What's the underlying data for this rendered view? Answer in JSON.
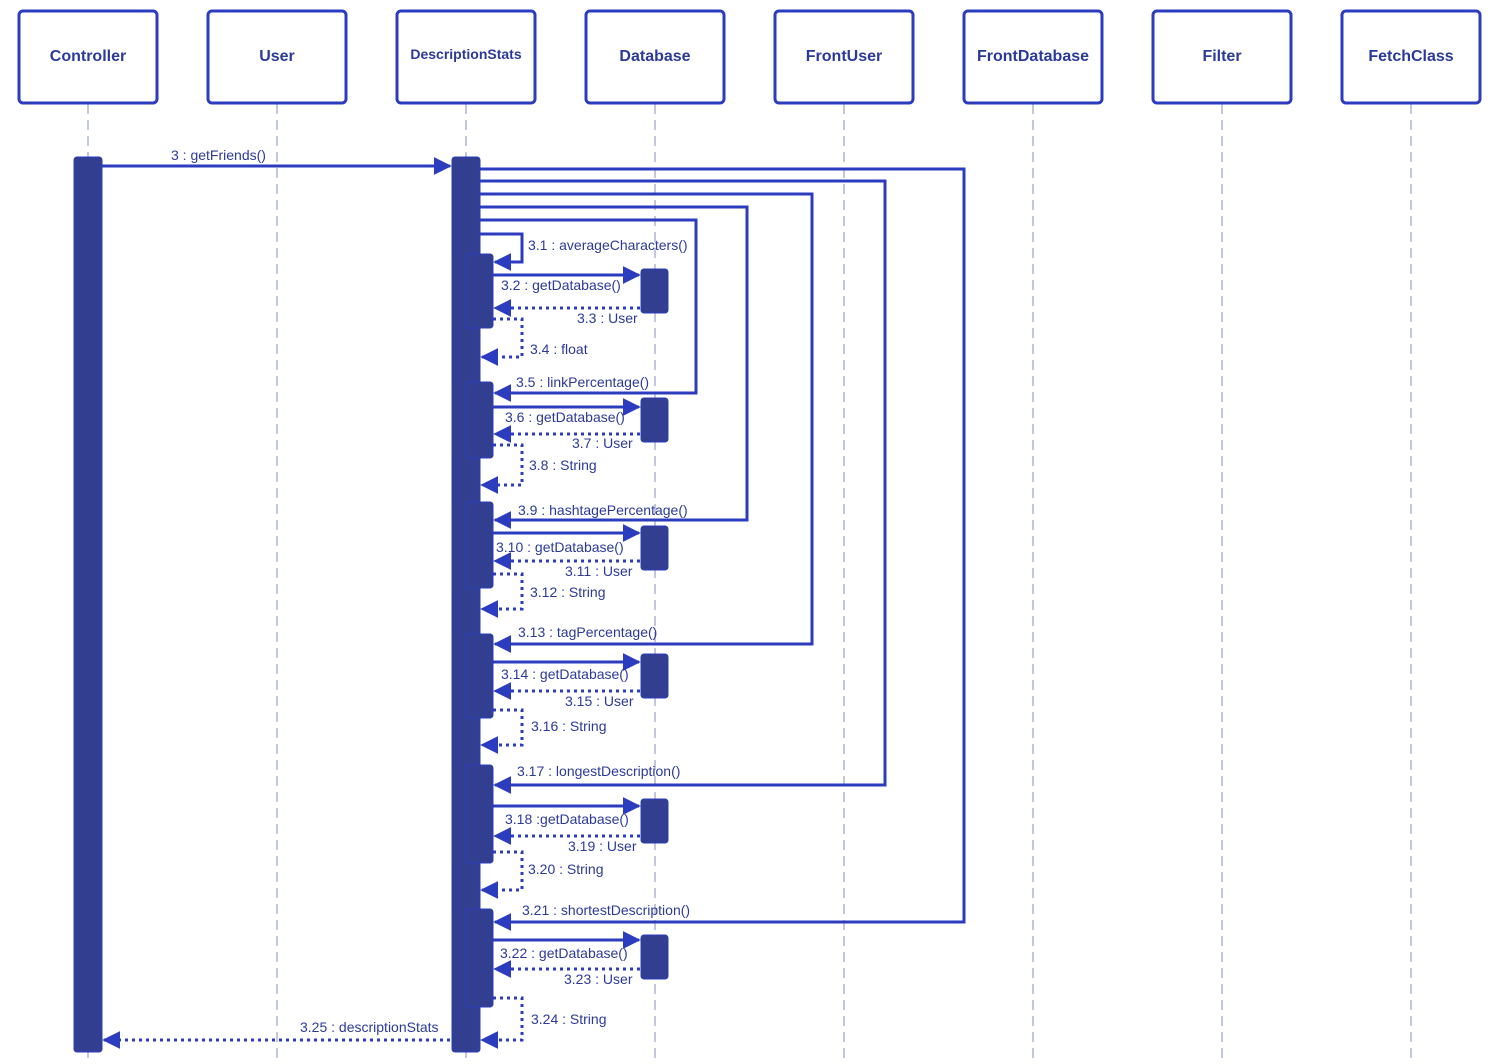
{
  "colors": {
    "accent": "#2c3cbf",
    "fill": "#323e8f",
    "text": "#2b3a9a",
    "lifeline": "#9aa0c8"
  },
  "participants": [
    {
      "name": "Controller"
    },
    {
      "name": "User"
    },
    {
      "name": "DescriptionStats"
    },
    {
      "name": "Database"
    },
    {
      "name": "FrontUser"
    },
    {
      "name": "FrontDatabase"
    },
    {
      "name": "Filter"
    },
    {
      "name": "FetchClass"
    }
  ],
  "messages": [
    {
      "id": "m3",
      "label": "3 : getFriends()"
    },
    {
      "id": "m3_1",
      "label": "3.1 : averageCharacters()"
    },
    {
      "id": "m3_2",
      "label": "3.2 : getDatabase()"
    },
    {
      "id": "m3_3",
      "label": "3.3 : User"
    },
    {
      "id": "m3_4",
      "label": "3.4 : float"
    },
    {
      "id": "m3_5",
      "label": "3.5 : linkPercentage()"
    },
    {
      "id": "m3_6",
      "label": "3.6 : getDatabase()"
    },
    {
      "id": "m3_7",
      "label": "3.7 : User"
    },
    {
      "id": "m3_8",
      "label": "3.8 : String"
    },
    {
      "id": "m3_9",
      "label": "3.9 : hashtagePercentage()"
    },
    {
      "id": "m3_10",
      "label": "3.10 : getDatabase()"
    },
    {
      "id": "m3_11",
      "label": "3.11 : User"
    },
    {
      "id": "m3_12",
      "label": "3.12 : String"
    },
    {
      "id": "m3_13",
      "label": "3.13 : tagPercentage()"
    },
    {
      "id": "m3_14",
      "label": "3.14 : getDatabase()"
    },
    {
      "id": "m3_15",
      "label": "3.15 : User"
    },
    {
      "id": "m3_16",
      "label": "3.16 : String"
    },
    {
      "id": "m3_17",
      "label": "3.17 : longestDescription()"
    },
    {
      "id": "m3_18",
      "label": "3.18 :getDatabase()"
    },
    {
      "id": "m3_19",
      "label": "3.19 : User"
    },
    {
      "id": "m3_20",
      "label": "3.20 : String"
    },
    {
      "id": "m3_21",
      "label": "3.21 : shortestDescription()"
    },
    {
      "id": "m3_22",
      "label": "3.22 : getDatabase()"
    },
    {
      "id": "m3_23",
      "label": "3.23 : User"
    },
    {
      "id": "m3_24",
      "label": "3.24 : String"
    },
    {
      "id": "m3_25",
      "label": "3.25 : descriptionStats"
    }
  ]
}
